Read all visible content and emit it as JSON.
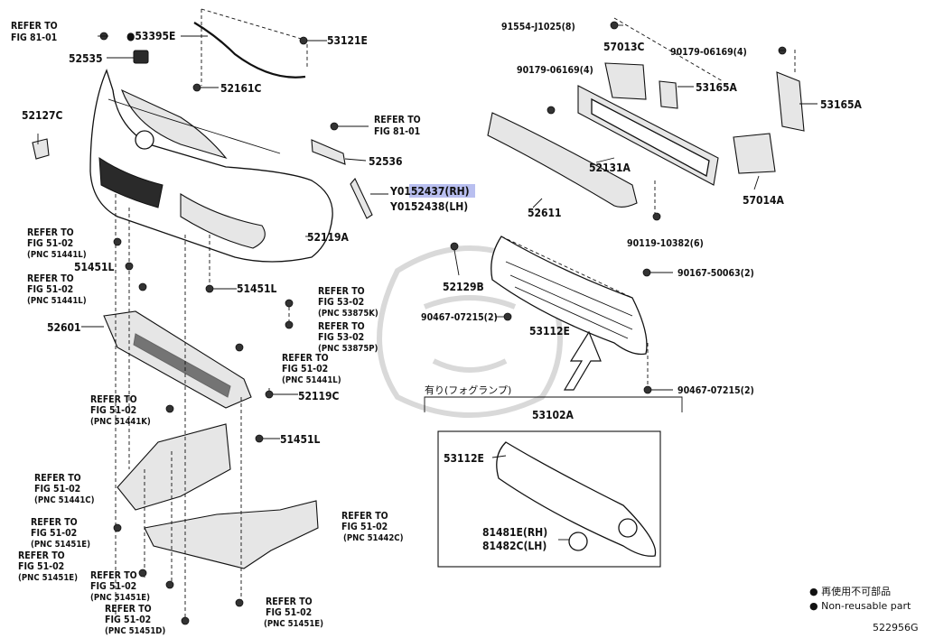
{
  "labels": {
    "refer_fig8101_a": "REFER TO",
    "refer_fig8101_b": "FIG 81-01",
    "p53395e": "●53395E",
    "p53121e": "53121E",
    "p52535": "52535",
    "p52161c": "52161C",
    "p52127c": "52127C",
    "refer_fig8101r_a": "REFER TO",
    "refer_fig8101r_b": "FIG 81-01",
    "p52536": "52536",
    "y0152437_prefix": "Y01",
    "y0152437_hi": "52437(RH)",
    "y0152438": "Y0152438(LH)",
    "p52119a": "52119A",
    "p51451l_1": "51451L",
    "p51451l_2": "51451L",
    "p51451l_3": "51451L",
    "p52601": "52601",
    "p52119c": "52119C",
    "refer_5102_1_a": "REFER TO",
    "refer_5102_1_b": "FIG 51-02",
    "refer_5102_1_c": "(PNC 51441L)",
    "refer_5102_2_a": "REFER TO",
    "refer_5102_2_b": "FIG 51-02",
    "refer_5102_2_c": "(PNC 51441L)",
    "refer_5302_1_a": "REFER TO",
    "refer_5302_1_b": "FIG 53-02",
    "refer_5302_1_c": "(PNC 53875K)",
    "refer_5302_2_a": "REFER TO",
    "refer_5302_2_b": "FIG 53-02",
    "refer_5302_2_c": "(PNC 53875P)",
    "refer_5102_3_a": "REFER TO",
    "refer_5102_3_b": "FIG 51-02",
    "refer_5102_3_c": "(PNC 51441L)",
    "refer_5102_4_a": "REFER TO",
    "refer_5102_4_b": "FIG 51-02",
    "refer_5102_4_c": "(PNC 51441K)",
    "refer_5102_5_a": "REFER TO",
    "refer_5102_5_b": "FIG 51-02",
    "refer_5102_5_c": "(PNC 51441C)",
    "refer_5102_6_a": "REFER TO",
    "refer_5102_6_b": "FIG 51-02",
    "refer_5102_6_c": "(PNC 51451E)",
    "refer_5102_7_a": "REFER TO",
    "refer_5102_7_b": "FIG 51-02",
    "refer_5102_7_c": "(PNC 51451E)",
    "refer_5102_8_a": "REFER TO",
    "refer_5102_8_b": "FIG 51-02",
    "refer_5102_8_c": "(PNC 51451E)",
    "refer_5102_9_a": "REFER TO",
    "refer_5102_9_b": "FIG 51-02",
    "refer_5102_9_c": "(PNC 51451D)",
    "refer_5102_10_a": "REFER TO",
    "refer_5102_10_b": "FIG 51-02",
    "refer_5102_10_c": "(PNC 51442C)",
    "refer_5102_11_a": "REFER TO",
    "refer_5102_11_b": "FIG 51-02",
    "refer_5102_11_c": "(PNC 51451E)",
    "p91554": "91554-J1025(8)",
    "p57013c": "57013C",
    "p90179_a": "90179-06169(4)",
    "p90179_b": "90179-06169(4)",
    "p53165a_1": "53165A",
    "p53165a_2": "53165A",
    "p52131a": "52131A",
    "p52611": "52611",
    "p57014a": "57014A",
    "p90119": "90119-10382(6)",
    "p90167": "90167-50063(2)",
    "p52129b": "52129B",
    "p90467_1": "90467-07215(2)",
    "p90467_2": "90467-07215(2)",
    "p53112e_1": "53112E",
    "p53112e_2": "53112E",
    "fog_note": "有り(フォグランプ)",
    "p53102a": "53102A",
    "p81481e": "81481E(RH)",
    "p81482c": "81482C(LH)"
  },
  "legend": {
    "jp": "● 再使用不可部品",
    "en": "● Non-reusable part"
  },
  "diagram_id": "522956G"
}
